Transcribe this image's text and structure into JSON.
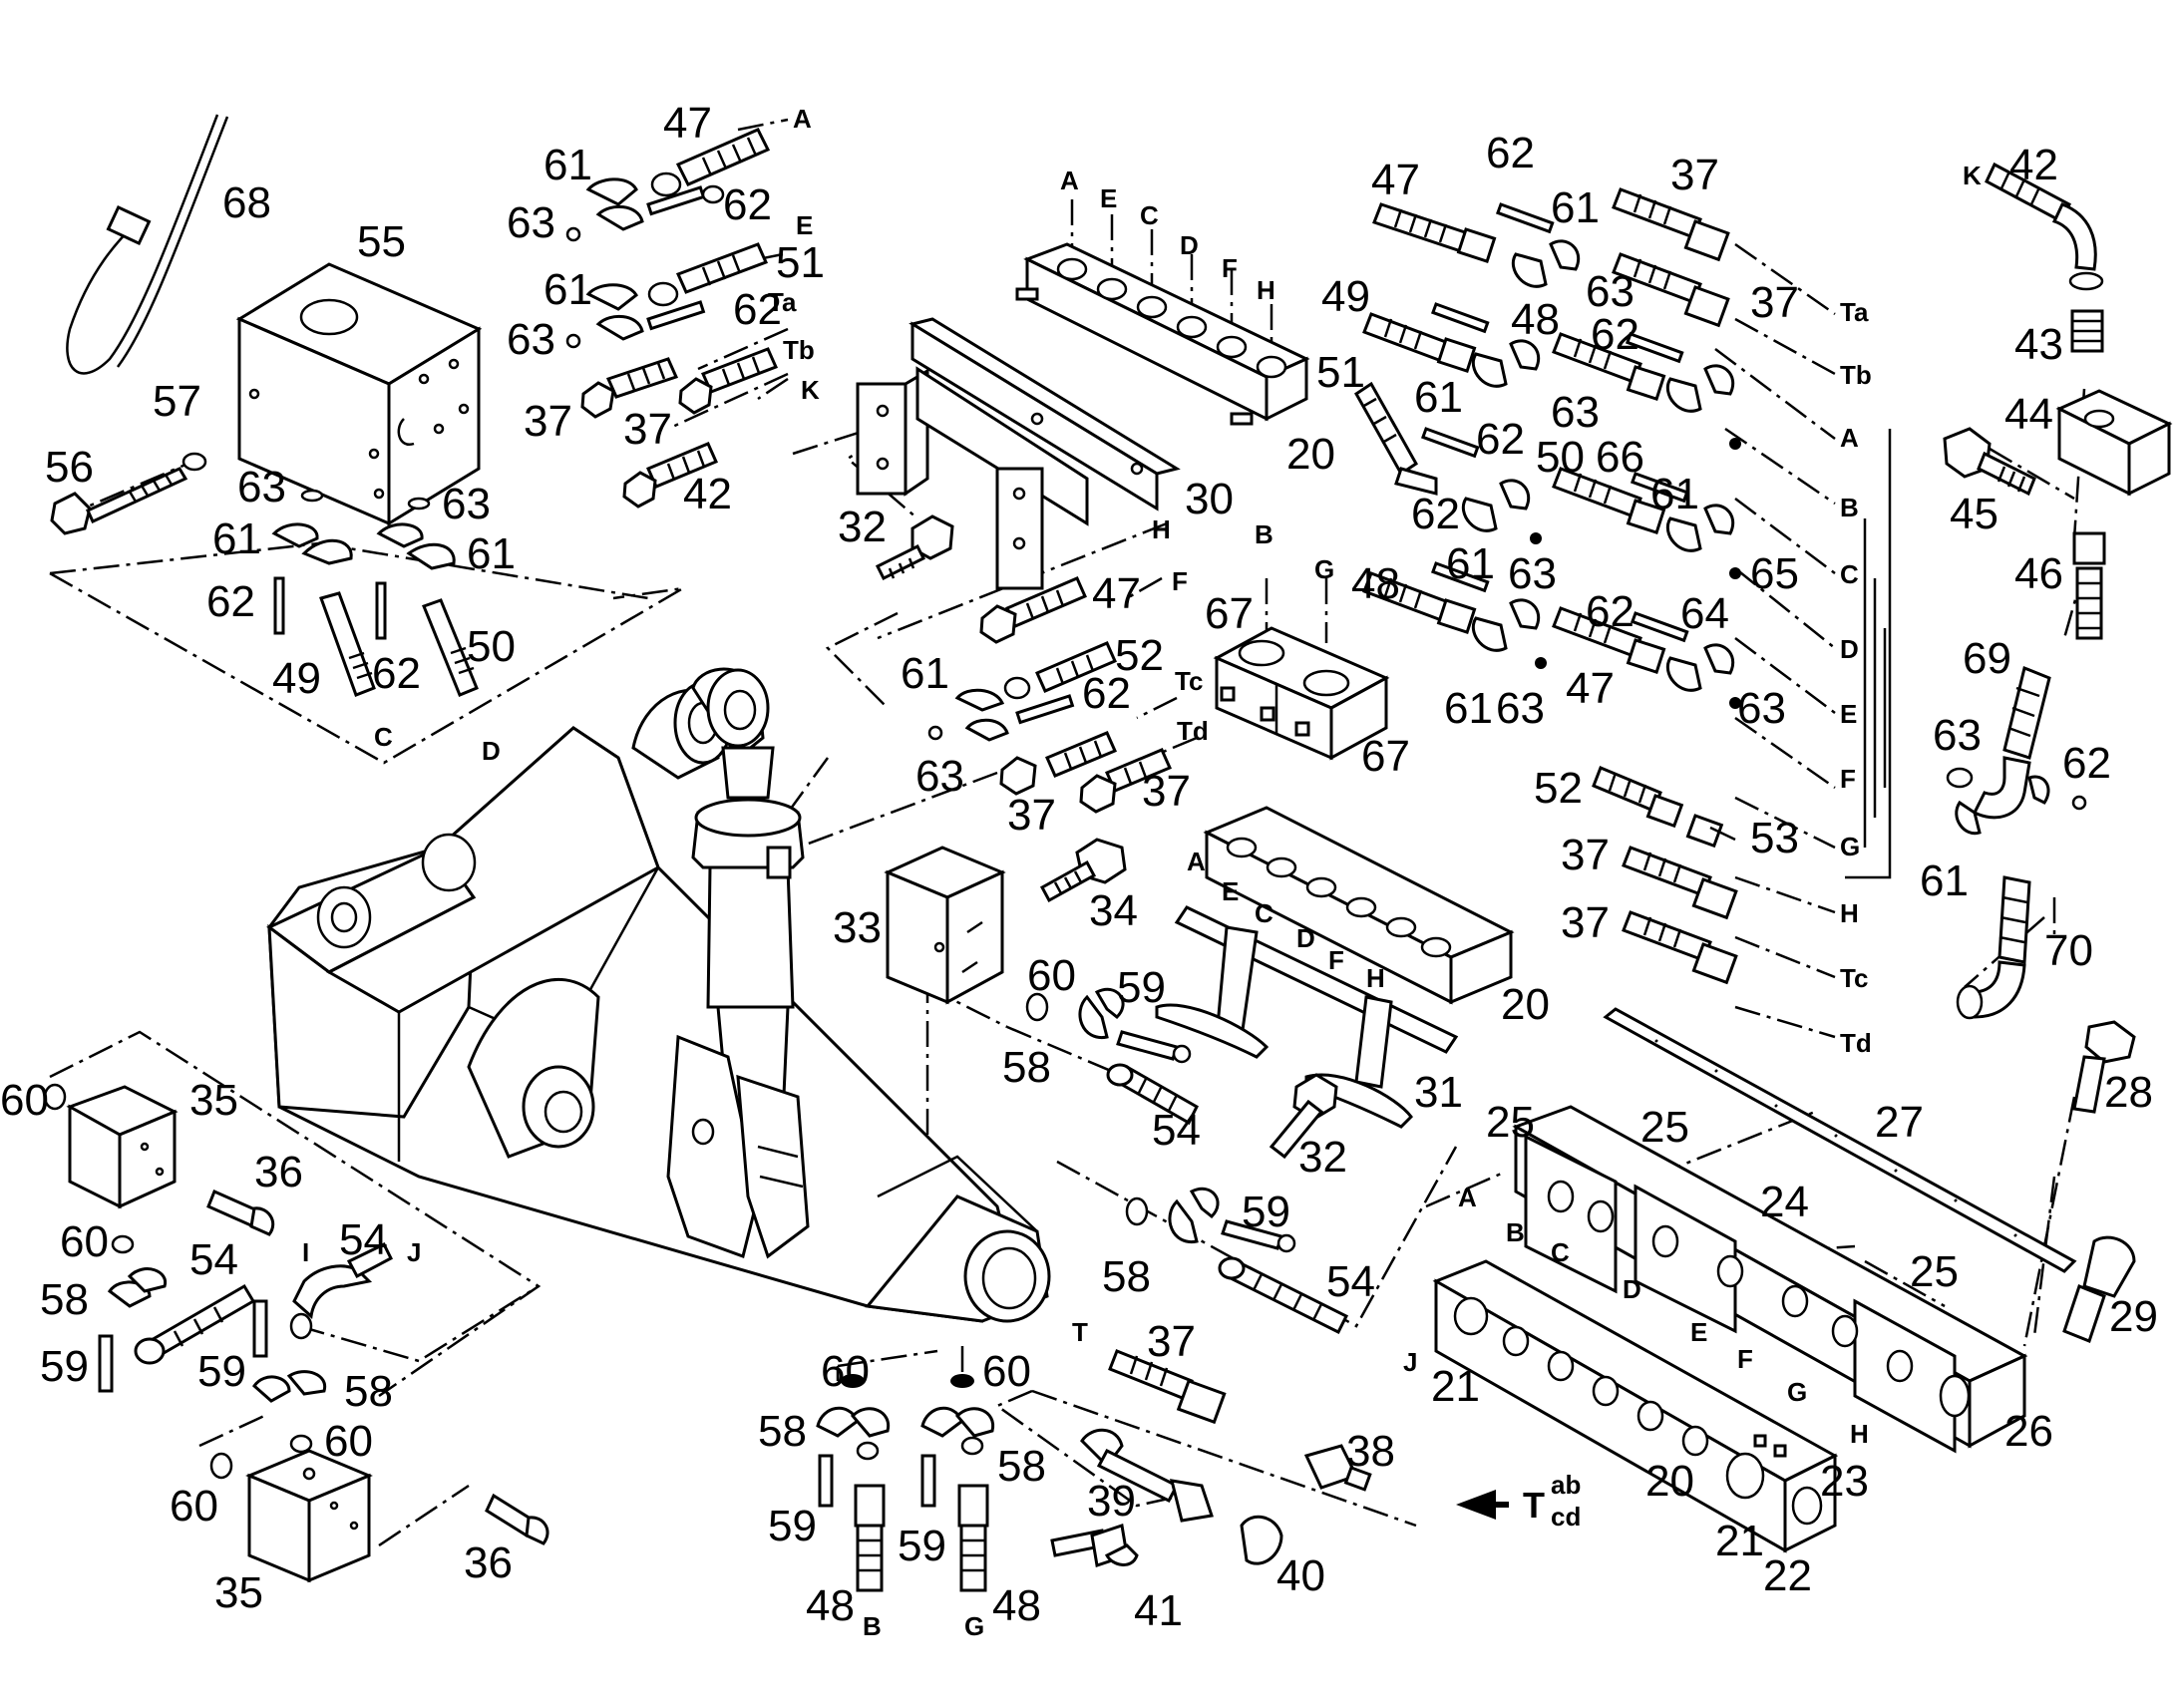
{
  "arrow_label": "T",
  "arrow_sub_top": "ab",
  "arrow_sub_bottom": "cd",
  "callouts": [
    "68",
    "55",
    "57",
    "56",
    "63",
    "63",
    "61",
    "61",
    "62",
    "62",
    "49",
    "50",
    "61",
    "47",
    "63",
    "62",
    "61",
    "51",
    "63",
    "62",
    "37",
    "37",
    "42",
    "20",
    "30",
    "32",
    "47",
    "52",
    "61",
    "62",
    "63",
    "37",
    "37",
    "67",
    "67",
    "47",
    "62",
    "61",
    "49",
    "63",
    "48",
    "51",
    "61",
    "62",
    "63",
    "50",
    "62",
    "66",
    "61",
    "63",
    "62",
    "48",
    "65",
    "64",
    "61",
    "63",
    "62",
    "47",
    "61",
    "63",
    "37",
    "37",
    "42",
    "43",
    "44",
    "45",
    "46",
    "69",
    "63",
    "62",
    "61",
    "70",
    "52",
    "53",
    "37",
    "37",
    "34",
    "33",
    "60",
    "59",
    "20",
    "58",
    "54",
    "31",
    "32",
    "28",
    "27",
    "25",
    "25",
    "24",
    "25",
    "60",
    "35",
    "36",
    "60",
    "58",
    "54",
    "54",
    "59",
    "59",
    "58",
    "60",
    "59",
    "58",
    "54",
    "21",
    "60",
    "35",
    "36",
    "37",
    "38",
    "29",
    "26",
    "20",
    "23",
    "21",
    "22",
    "60",
    "60",
    "58",
    "58",
    "59",
    "59",
    "48",
    "48",
    "39",
    "40",
    "41"
  ],
  "line_letters": [
    "A",
    "B",
    "C",
    "D",
    "E",
    "F",
    "G",
    "H",
    "I",
    "J",
    "K",
    "T",
    "Ta",
    "Tb",
    "Tc",
    "Td"
  ],
  "diagram": {
    "part_labels": {
      "p68": "68",
      "p55": "55",
      "p57": "57",
      "p56": "56",
      "p63a": "63",
      "p63b": "63",
      "p61a": "61",
      "p61b": "61",
      "p62a": "62",
      "p62b": "62",
      "p49": "49",
      "p50": "50",
      "p61c": "61",
      "p47a": "47",
      "p63c": "63",
      "p62c": "62",
      "p61d": "61",
      "p51a": "51",
      "p63d": "63",
      "p62d": "62",
      "p37a": "37",
      "p37b": "37",
      "p42a": "42",
      "p20a": "20",
      "p30": "30",
      "p32a": "32",
      "p47b": "47",
      "p52a": "52",
      "p61e": "61",
      "p62e": "62",
      "p63e": "63",
      "p37c": "37",
      "p37d": "37",
      "p67a": "67",
      "p67b": "67",
      "p47c": "47",
      "p62f": "62",
      "p61f": "61",
      "p49b": "49",
      "p63f": "63",
      "p48a": "48",
      "p51b": "51",
      "p61g": "61",
      "p62g": "62",
      "p63g": "63",
      "p50b": "50",
      "p62h": "62",
      "p66": "66",
      "p61h": "61",
      "p63h": "63",
      "p62i": "62",
      "p48b": "48",
      "p65": "65",
      "p64": "64",
      "p61i": "61",
      "p63i": "63",
      "p62j": "62",
      "p47d": "47",
      "p61j": "61",
      "p63j": "63",
      "p37e": "37",
      "p37f": "37",
      "p42b": "42",
      "p43": "43",
      "p44": "44",
      "p45": "45",
      "p46": "46",
      "p69": "69",
      "p63k": "63",
      "p62k": "62",
      "p61k": "61",
      "p70": "70",
      "p52b": "52",
      "p53": "53",
      "p37g": "37",
      "p37h": "37",
      "p34": "34",
      "p33": "33",
      "p60a": "60",
      "p59a": "59",
      "p20b": "20",
      "p58a": "58",
      "p54a": "54",
      "p31": "31",
      "p32b": "32",
      "p28": "28",
      "p27": "27",
      "p25a": "25",
      "p25b": "25",
      "p24": "24",
      "p25c": "25",
      "p60b": "60",
      "p35a": "35",
      "p36a": "36",
      "p60c": "60",
      "p58b": "58",
      "p54b": "54",
      "p54c": "54",
      "p59b": "59",
      "p59c": "59",
      "p58c": "58",
      "p60d": "60",
      "p59d": "59",
      "p58d": "58",
      "p54d": "54",
      "p21a": "21",
      "p60e": "60",
      "p35b": "35",
      "p36b": "36",
      "p37i": "37",
      "p38": "38",
      "p29": "29",
      "p26": "26",
      "p20c": "20",
      "p23": "23",
      "p21b": "21",
      "p22": "22",
      "p60f": "60",
      "p60g": "60",
      "p58e": "58",
      "p58f": "58",
      "p59e": "59",
      "p59f": "59",
      "p48c": "48",
      "p48d": "48",
      "p39": "39",
      "p40": "40",
      "p41": "41"
    },
    "letter_labels": {
      "lA1": "A",
      "lE1": "E",
      "lTa1": "Ta",
      "lTb1": "Tb",
      "lK1": "K",
      "lA2": "A",
      "lE2": "E",
      "lC2": "C",
      "lD2": "D",
      "lF2": "F",
      "lH2": "H",
      "lH3": "H",
      "lF3": "F",
      "lTc3": "Tc",
      "lTd3": "Td",
      "lB4": "B",
      "lG4": "G",
      "lC5": "C",
      "lD5": "D",
      "lTa6": "Ta",
      "lTb6": "Tb",
      "lA6": "A",
      "lB6": "B",
      "lC6": "C",
      "lD6": "D",
      "lE6": "E",
      "lF6": "F",
      "lG6": "G",
      "lH6": "H",
      "lTc6": "Tc",
      "lTd6": "Td",
      "lK6": "K",
      "lA7": "A",
      "lE7": "E",
      "lC7": "C",
      "lD7": "D",
      "lF7": "F",
      "lH7": "H",
      "lA8": "A",
      "lB8": "B",
      "lC8": "C",
      "lD8": "D",
      "lE8": "E",
      "lF8": "F",
      "lG8": "G",
      "lH8": "H",
      "lI9": "I",
      "lJ9": "J",
      "lJ10": "J",
      "lT10": "T",
      "lB11": "B",
      "lG11": "G"
    }
  }
}
